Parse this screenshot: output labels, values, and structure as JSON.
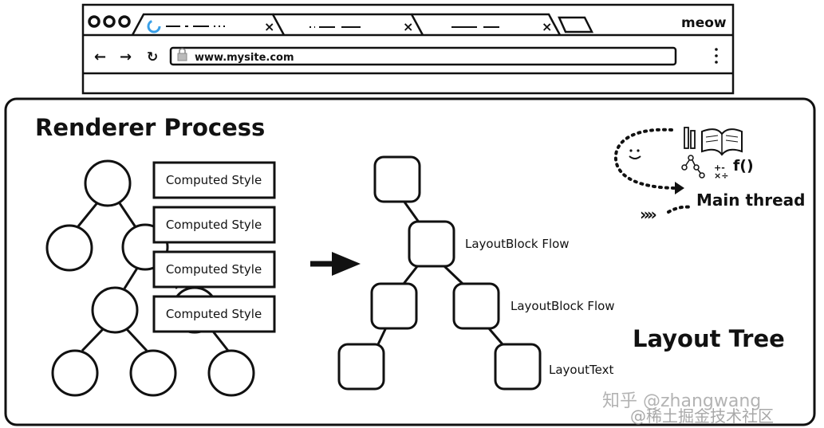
{
  "browser": {
    "profile_label": "meow",
    "url": "www.mysite.com"
  },
  "panel": {
    "title": "Renderer Process",
    "thread_label": "Main thread",
    "tree_title": "Layout Tree"
  },
  "dom_tree": {
    "computed_style_labels": [
      "Computed Style",
      "Computed Style",
      "Computed Style",
      "Computed Style"
    ]
  },
  "layout_tree": {
    "node_labels": [
      "LayoutBlock Flow",
      "LayoutBlock Flow",
      "LayoutText"
    ]
  },
  "watermark": {
    "line1": "知乎 @zhangwang",
    "line2": "@稀土掘金技术社区"
  }
}
